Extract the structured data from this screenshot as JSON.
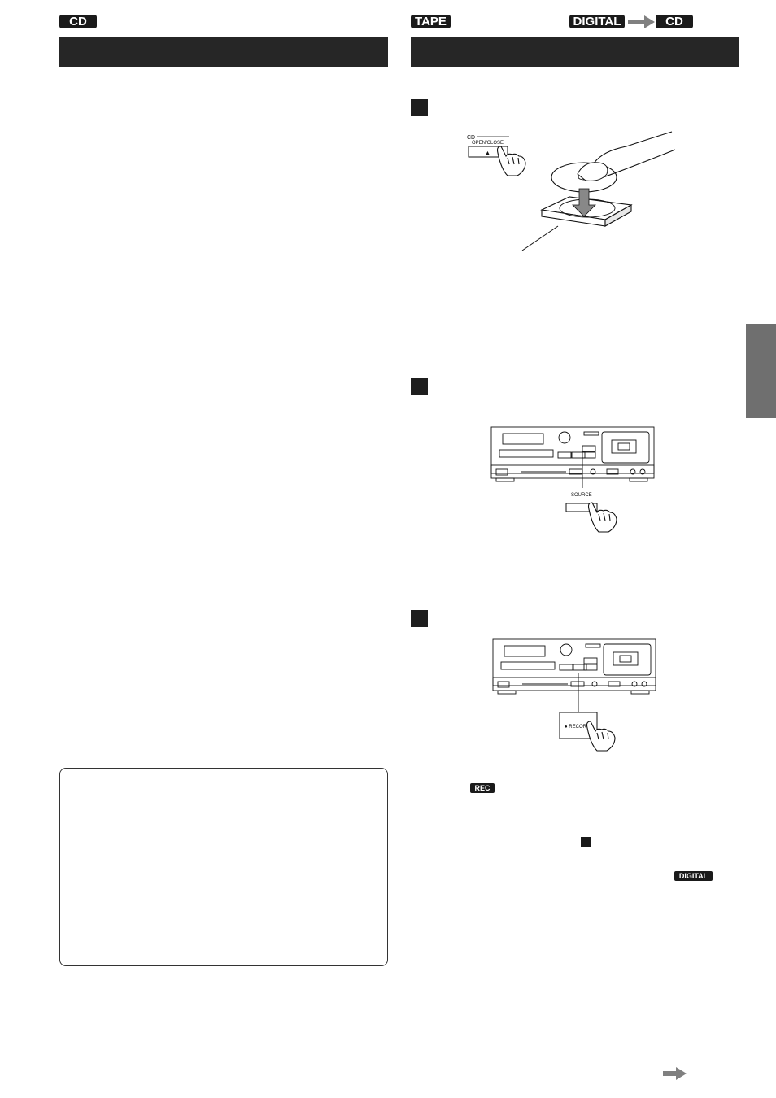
{
  "header": {
    "left_badge": "CD",
    "right_badge_source": "TAPE",
    "right_badge_from": "DIGITAL",
    "right_badge_to": "CD"
  },
  "illustrations": {
    "open_close": {
      "label_cd": "CD",
      "label_button": "OPEN/CLOSE",
      "button_symbol": "▲"
    },
    "source": {
      "label": "SOURCE"
    },
    "record": {
      "label": "● RECORD"
    }
  },
  "inline_badges": {
    "rec": "REC",
    "digital": "DIGITAL"
  },
  "colors": {
    "bar": "#262626",
    "badge": "#1a1a1a",
    "side_tab": "#6f6f6f",
    "arrow": "#808080"
  },
  "icons": [
    "hand-press-icon",
    "disc-tray-icon",
    "cassette-deck-icon",
    "arrow-right-icon",
    "stop-square-icon"
  ]
}
